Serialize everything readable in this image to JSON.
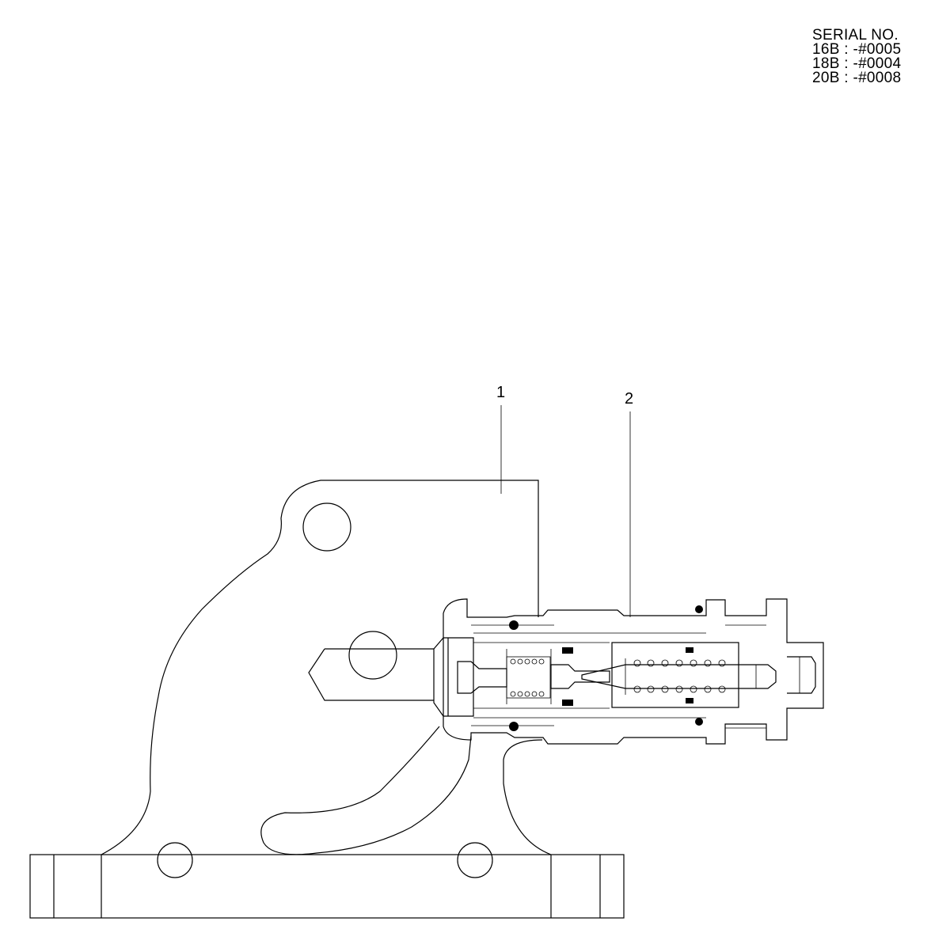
{
  "serial": {
    "heading": "SERIAL NO.",
    "lines": [
      "16B : -#0005",
      "18B : -#0004",
      "20B : -#0008"
    ]
  },
  "callouts": [
    {
      "number": "1"
    },
    {
      "number": "2"
    }
  ]
}
